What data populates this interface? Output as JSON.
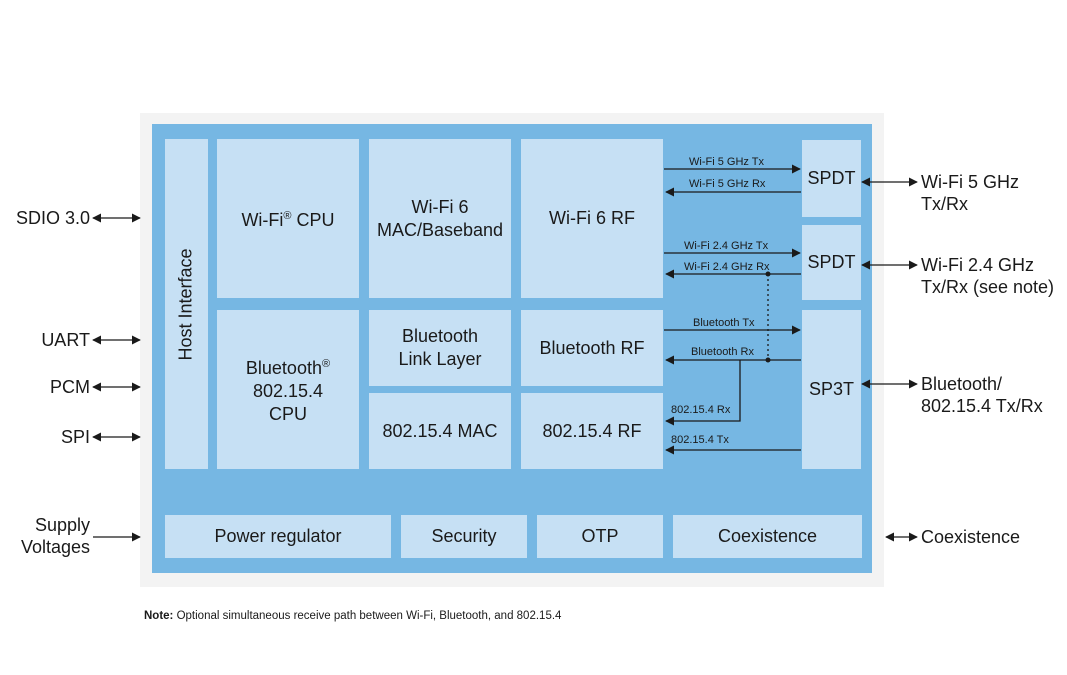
{
  "host_interface": "Host Interface",
  "blocks": {
    "wifi_cpu": "Wi-Fi",
    "wifi_cpu_reg": "®",
    "wifi_cpu_suffix": " CPU",
    "wifi_mac": "Wi-Fi 6\nMAC/Baseband",
    "wifi_rf": "Wi-Fi 6 RF",
    "bt_cpu_line1": "Bluetooth",
    "bt_cpu_reg": "®",
    "bt_cpu_line2": "802.15.4\nCPU",
    "bt_link": "Bluetooth\nLink Layer",
    "bt_rf": "Bluetooth RF",
    "mac_154": "802.15.4 MAC",
    "rf_154": "802.15.4 RF",
    "spdt_5": "SPDT",
    "spdt_24": "SPDT",
    "sp3t": "SP3T"
  },
  "bottom_row": {
    "power_regulator": "Power regulator",
    "security": "Security",
    "otp": "OTP",
    "coexistence": "Coexistence"
  },
  "left_interfaces": {
    "sdio": "SDIO 3.0",
    "uart": "UART",
    "pcm": "PCM",
    "spi": "SPI",
    "supply": "Supply\nVoltages"
  },
  "right_interfaces": {
    "wifi5": "Wi-Fi 5 GHz\nTx/Rx",
    "wifi24": "Wi-Fi 2.4 GHz\nTx/Rx (see note)",
    "bt": "Bluetooth/\n802.15.4 Tx/Rx",
    "coex": "Coexistence"
  },
  "signals": {
    "wifi5_tx": "Wi-Fi 5 GHz Tx",
    "wifi5_rx": "Wi-Fi 5 GHz Rx",
    "wifi24_tx": "Wi-Fi 2.4 GHz Tx",
    "wifi24_rx": "Wi-Fi 2.4 GHz Rx",
    "bt_tx": "Bluetooth Tx",
    "bt_rx": "Bluetooth Rx",
    "rx_154": "802.15.4 Rx",
    "tx_154": "802.15.4 Tx"
  },
  "note": {
    "label": "Note:",
    "text": " Optional simultaneous receive path between Wi-Fi, Bluetooth, and 802.15.4"
  },
  "colors": {
    "chip_background": "#76b7e3",
    "block_fill": "#c6e0f4",
    "outer_frame": "#f3f3f3",
    "line": "#1a1a1a"
  }
}
